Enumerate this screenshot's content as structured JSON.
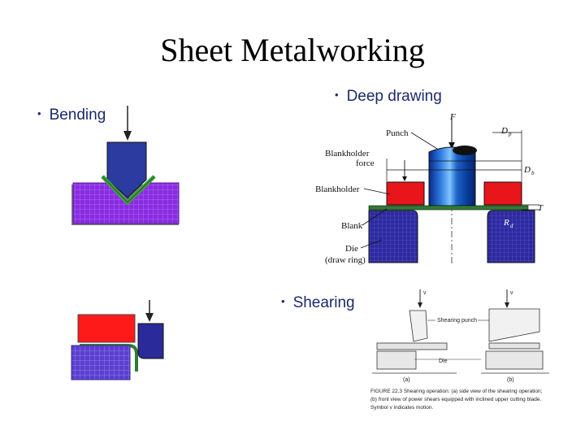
{
  "slide": {
    "title": "Sheet Metalworking"
  },
  "bullets": {
    "bending": "Bending",
    "deep_drawing": "Deep drawing",
    "shearing": "Shearing"
  },
  "deep_drawing_figure": {
    "labels": {
      "punch": "Punch",
      "blankholder_force_1": "Blankholder",
      "blankholder_force_2": "force",
      "blankholder": "Blankholder",
      "blank": "Blank",
      "die_1": "Die",
      "die_2": "(draw   ring)",
      "force": "F",
      "dp": "D",
      "dp_sub": "p",
      "db": "D",
      "db_sub": "b",
      "thickness": "T",
      "rd": "R",
      "rd_sub": "d"
    },
    "colors": {
      "blankholder": "#e8151b",
      "punch": "#1f5fb8",
      "die": "#2b2aa0",
      "blank": "#2e7d32"
    }
  },
  "shearing_figure": {
    "labels": {
      "shearing_punch": "Shearing punch",
      "die": "Die",
      "view_a": "(a)",
      "view_b": "(b)",
      "v1": "v",
      "v2": "v"
    },
    "caption": [
      "FIGURE 22.3    Shearing operation: (a) side view of the shearing operation;",
      "(b) front view of power shears equipped with inclined upper cutting blade.",
      "Symbol v indicates motion."
    ]
  }
}
